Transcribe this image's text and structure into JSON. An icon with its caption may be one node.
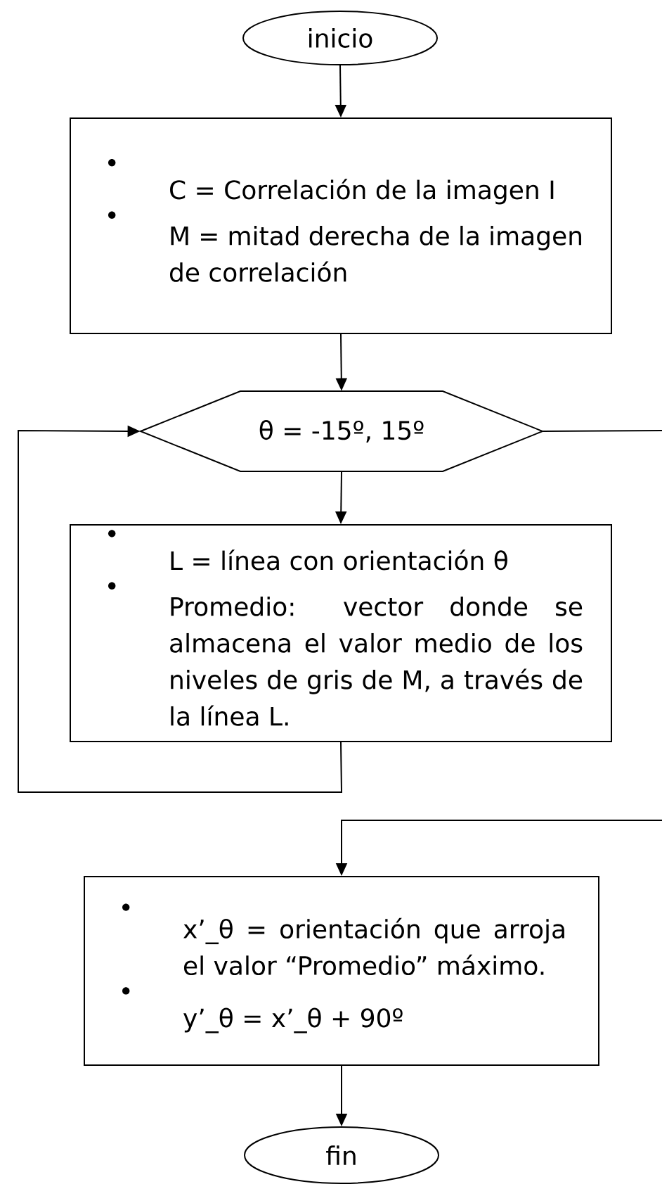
{
  "diagram": {
    "nodes": [
      {
        "text": [
          "inicio"
        ]
      },
      {
        "text": [
          "C = Correlación de la imagen I",
          "M = mitad derecha de la imagen de correlación"
        ]
      },
      {
        "text": [
          "θ = -15º, 15º"
        ]
      },
      {
        "text": [
          "L = línea con orientación θ",
          "Promedio: vector donde se almacena el valor medio de los niveles de gris de M, a través de la línea L."
        ]
      },
      {
        "text": [
          "x’_θ = orientación que arroja el valor “Promedio” máximo.",
          "y’_θ = x’_θ + 90º"
        ]
      },
      {
        "text": [
          "fin"
        ]
      }
    ],
    "edges": [
      {
        "from": 0,
        "to": 1,
        "arrow": "to"
      },
      {
        "from": 1,
        "to": 2,
        "arrow": "to"
      },
      {
        "from": 2,
        "to": 3,
        "arrow": "to"
      },
      {
        "from": 3,
        "to": 2,
        "arrow": "to"
      },
      {
        "from": 2,
        "to": 4,
        "arrow": "to"
      },
      {
        "from": 4,
        "to": 5,
        "arrow": "to"
      }
    ]
  }
}
